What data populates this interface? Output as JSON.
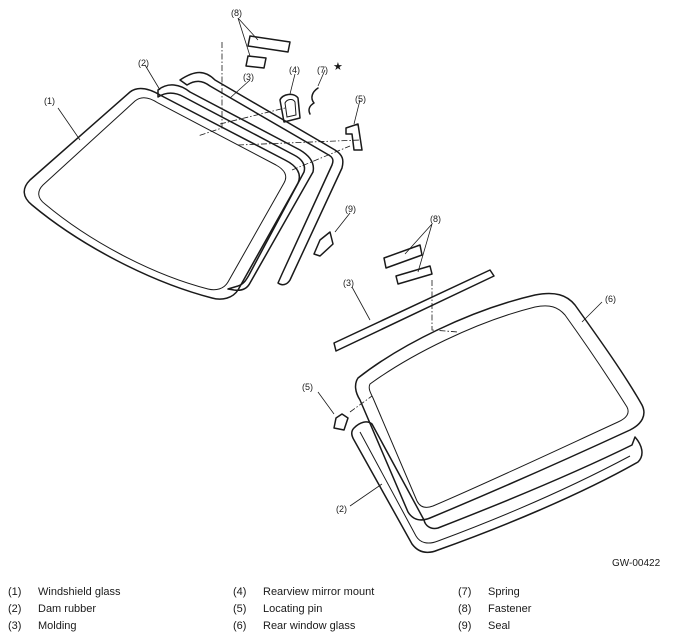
{
  "figure_id": "GW-00422",
  "callouts": {
    "c8a": "(8)",
    "c2a": "(2)",
    "c3a": "(3)",
    "c4": "(4)",
    "c7": "(7)",
    "star": "★",
    "c1": "(1)",
    "c5a": "(5)",
    "c9": "(9)",
    "c8b": "(8)",
    "c3b": "(3)",
    "c6": "(6)",
    "c5b": "(5)",
    "c2b": "(2)"
  },
  "legend": [
    {
      "num": "(1)",
      "label": "Windshield glass"
    },
    {
      "num": "(2)",
      "label": "Dam rubber"
    },
    {
      "num": "(3)",
      "label": "Molding"
    },
    {
      "num": "(4)",
      "label": "Rearview mirror mount"
    },
    {
      "num": "(5)",
      "label": "Locating pin"
    },
    {
      "num": "(6)",
      "label": "Rear window glass"
    },
    {
      "num": "(7)",
      "label": "Spring"
    },
    {
      "num": "(8)",
      "label": "Fastener"
    },
    {
      "num": "(9)",
      "label": "Seal"
    }
  ]
}
